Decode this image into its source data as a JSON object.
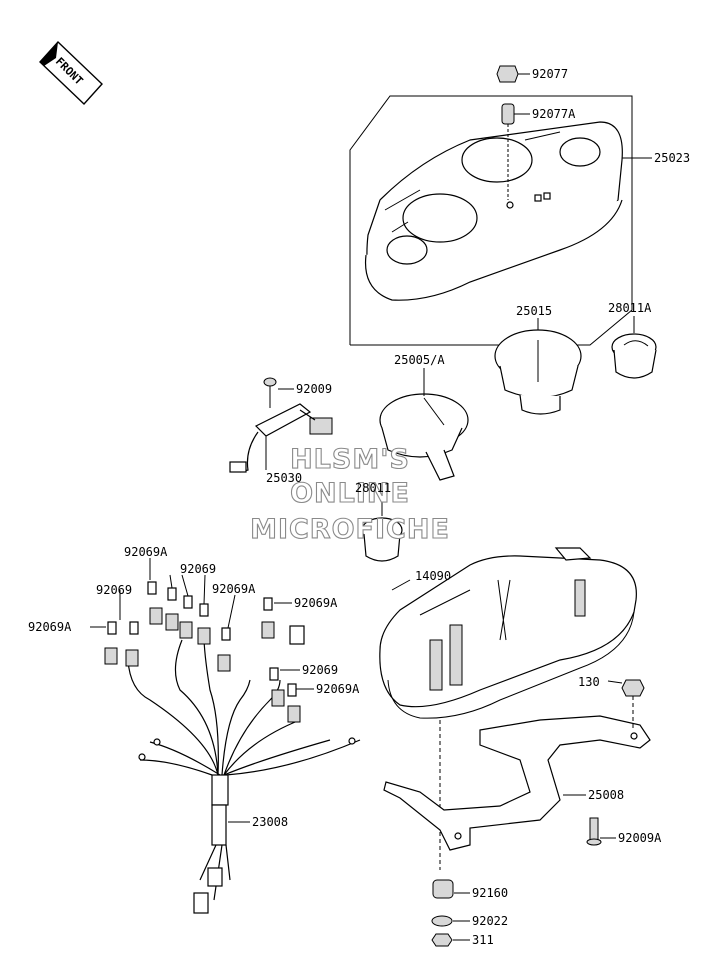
{
  "front_tag": "FRONT",
  "watermark": [
    "HLSM'S",
    "ONLINE",
    "MICROFICHE"
  ],
  "parts": {
    "p92077": "92077",
    "p92077A": "92077A",
    "p25023": "25023",
    "p25015": "25015",
    "p28011A": "28011A",
    "p25005A": "25005/A",
    "p92009": "92009",
    "p25030": "25030",
    "p28011": "28011",
    "p14090": "14090",
    "p130": "130",
    "p25008": "25008",
    "p92009A": "92009A",
    "p92160": "92160",
    "p92022": "92022",
    "p311": "311",
    "p23008": "23008",
    "p92069A_1": "92069A",
    "p92069_1": "92069",
    "p92069_2": "92069",
    "p92069A_2": "92069A",
    "p92069A_3": "92069A",
    "p92069A_4": "92069A",
    "p92069_3": "92069",
    "p92069A_5": "92069A"
  },
  "colors": {
    "line": "#000000",
    "watermark_stroke": "#8a8a8a",
    "shade": "#d8d8d8"
  }
}
